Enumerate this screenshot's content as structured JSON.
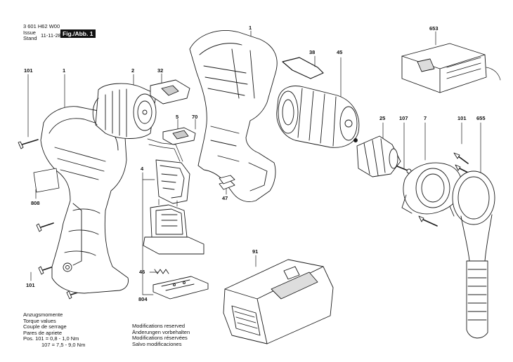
{
  "header": {
    "doc_code": "3 601 H62 W00",
    "issue_label": "Issue",
    "stand_label": "Stand",
    "date": "11-11-28",
    "figure_label": "Fig./Abb. 1"
  },
  "torque_note": {
    "lines": [
      "Anzugsmomente",
      "Torque values",
      "Couple de serrage",
      "Pares de apriete"
    ],
    "values": [
      "Pos.  101 =  0,8 - 1,0 Nm",
      "107 =  7,5 - 9,0 Nm"
    ]
  },
  "modifications_note": {
    "lines": [
      "Modifications reserved",
      "Änderungen vorbehalten",
      "Modifications réservées",
      "Salvo modificaciones"
    ]
  },
  "part_numbers": {
    "p1_top": "1",
    "p653": "653",
    "p38": "38",
    "p45": "45",
    "p101_left_top": "101",
    "p1_left": "1",
    "p2": "2",
    "p32": "32",
    "p5": "5",
    "p70": "70",
    "p25": "25",
    "p107": "107",
    "p7": "7",
    "p101_right": "101",
    "p655": "655",
    "p4": "4",
    "p808": "808",
    "p47": "47",
    "p91": "91",
    "p46": "46",
    "p101_left_bottom": "101",
    "p804": "804"
  }
}
